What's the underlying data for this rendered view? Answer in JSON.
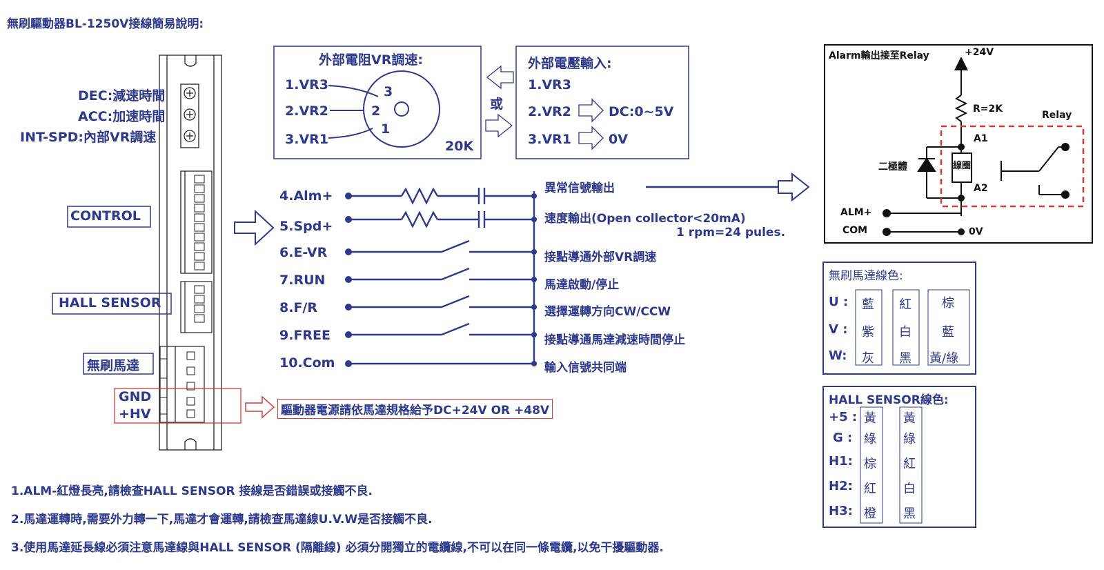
{
  "title": "無刷驅動器BL-1250V接線簡易說明:",
  "driver": {
    "labels": {
      "dec": "DEC:減速時間",
      "acc": "ACC:加速時間",
      "int_spd": "INT-SPD:內部VR調速",
      "control": "CONTROL",
      "hall_sensor": "HALL SENSOR",
      "motor": "無刷馬達",
      "gnd": "GND",
      "hv": "+HV"
    }
  },
  "vr_box": {
    "title": "外部電阻VR調速:",
    "items": [
      "1.VR3",
      "2.VR2",
      "3.VR1"
    ],
    "pin_numbers": [
      "3",
      "2",
      "1"
    ],
    "value": "20K"
  },
  "or_label": "或",
  "voltage_box": {
    "title": "外部電壓輸入:",
    "items": [
      "1.VR3",
      "2.VR2",
      "3.VR1"
    ],
    "values": [
      "DC:0~5V",
      "0V"
    ]
  },
  "pins": [
    {
      "label": "4.Alm+",
      "desc": "異常信號輸出"
    },
    {
      "label": "5.Spd+",
      "desc": "速度輸出(Open collector<20mA)"
    },
    {
      "label": "6.E-VR",
      "desc": "接點導通外部VR調速"
    },
    {
      "label": "7.RUN",
      "desc": "馬達啟動/停止"
    },
    {
      "label": "8.F/R",
      "desc": "選擇運轉方向CW/CCW"
    },
    {
      "label": "9.FREE",
      "desc": "接點導通馬達減速時間停止"
    },
    {
      "label": "10.Com",
      "desc": "輸入信號共同端"
    }
  ],
  "speed_note": "1 rpm=24 pules.",
  "power_note": "驅動器電源請依馬達規格給予DC+24V  OR  +48V",
  "relay": {
    "title": "Alarm輸出接至Relay",
    "supply": "+24V",
    "resistor": "R=2K",
    "relay_label": "Relay",
    "a1": "A1",
    "a2": "A2",
    "diode": "二極體",
    "coil": "線圈",
    "alm": "ALM+",
    "com": "COM",
    "zero": "0V"
  },
  "motor_colors": {
    "title": "無刷馬達線色:",
    "rows": [
      {
        "label": "U :",
        "cells": [
          "藍",
          "紅",
          "棕"
        ]
      },
      {
        "label": "V :",
        "cells": [
          "紫",
          "白",
          "藍"
        ]
      },
      {
        "label": "W:",
        "cells": [
          "灰",
          "黑",
          "黃/綠"
        ]
      }
    ]
  },
  "hall_colors": {
    "title": "HALL SENSOR線色:",
    "rows": [
      {
        "label": "+5 :",
        "cells": [
          "黃",
          "黃"
        ]
      },
      {
        "label": "G :",
        "cells": [
          "綠",
          "綠"
        ]
      },
      {
        "label": "H1:",
        "cells": [
          "棕",
          "紅"
        ]
      },
      {
        "label": "H2:",
        "cells": [
          "紅",
          "白"
        ]
      },
      {
        "label": "H3:",
        "cells": [
          "橙",
          "黑"
        ]
      }
    ]
  },
  "notes": [
    "1.ALM-紅燈長亮,請檢查HALL SENSOR 接線是否錯誤或接觸不良.",
    "2.馬達運轉時,需要外力轉一下,馬達才會運轉,請檢查馬達線U.V.W是否接觸不良.",
    "3.使用馬達延長線必須注意馬達線與HALL SENSOR (隔離線) 必須分開獨立的電纜線,不可以在同一條電纜,以免干擾驅動器."
  ],
  "colors": {
    "primary": "#2d3a8c",
    "alert": "#d03a3a",
    "dark": "#111111"
  }
}
